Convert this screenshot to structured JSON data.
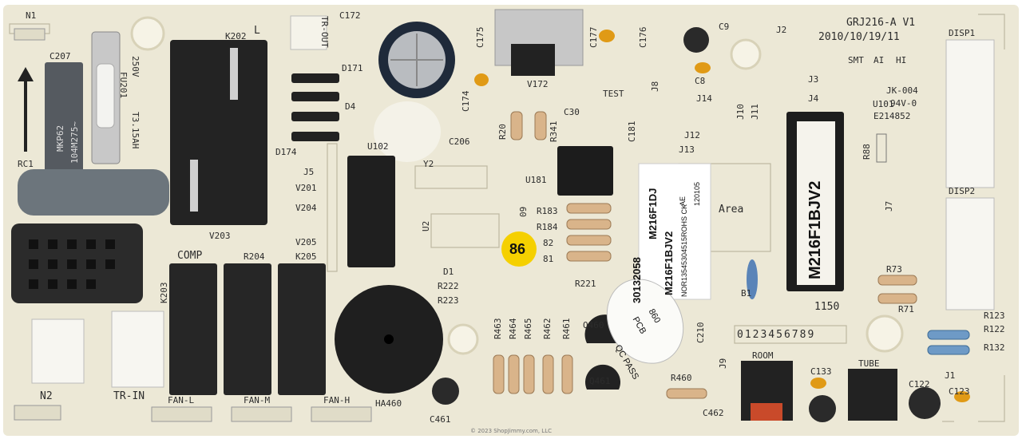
{
  "board": {
    "model": "GRJ216-A V1",
    "date": "2010/10/19/11",
    "copyright": "© 2023 ShopJimmy.com, LLC",
    "colors": {
      "board": "#ece8d6",
      "relay": "#2a2a2a",
      "black_component": "#1e1e1e",
      "resistor_body": "#d9b48a",
      "connector": "#f4f2ea",
      "sticker_yellow": "#f5d000"
    }
  },
  "labels": {
    "n1": "N1",
    "n2": "N2",
    "c207": "C207",
    "rc1": "RC1",
    "fu201": "FU201",
    "v250": "250V",
    "t315": "T3.15AH",
    "cap_text1": "MKP62",
    "cap_text2": "104M275~",
    "k202": "K202",
    "l": "L",
    "c172": "C172",
    "trout": "TR-OUT",
    "d171": "D171",
    "d174": "D174",
    "d4": "D4",
    "j5": "J5",
    "v201": "V201",
    "v204": "V204",
    "v205": "V205",
    "v203": "V203",
    "r204": "R204",
    "k205": "K205",
    "comp": "COMP",
    "k203": "K203",
    "trin": "TR-IN",
    "fanl": "FAN-L",
    "fanm": "FAN-M",
    "fanh": "FAN-H",
    "ha460": "HA460",
    "c461": "C461",
    "u102": "U102",
    "y2": "Y2",
    "c206": "C206",
    "u2": "U2",
    "d1": "D1",
    "r222": "R222",
    "r223": "R223",
    "r221": "R221",
    "r20": "R20",
    "r341": "R341",
    "c30": "C30",
    "c174": "C174",
    "v172": "V172",
    "c175": "C175",
    "c177": "C177",
    "c176": "C176",
    "test": "TEST",
    "c9": "C9",
    "c8": "C8",
    "j2": "J2",
    "j8": "J8",
    "j14": "J14",
    "j10": "J10",
    "j11": "J11",
    "j12": "J12",
    "j13": "J13",
    "j3": "J3",
    "j4": "J4",
    "j7": "J7",
    "j9": "J9",
    "j1": "J1",
    "u181": "U181",
    "c181": "C181",
    "r183": "R183",
    "r184": "R184",
    "r182": "82",
    "r181": "81",
    "c09": "09",
    "r463": "R463",
    "r464": "R464",
    "r465": "R465",
    "r462": "R462",
    "r461": "R461",
    "q460": "Q460",
    "q461": "Q461",
    "r460": "R460",
    "c462": "C462",
    "c210": "C210",
    "room": "ROOM",
    "tube": "TUBE",
    "c133": "C133",
    "c122": "C122",
    "c123": "C123",
    "u101": "U101",
    "r88": "R88",
    "r73": "R73",
    "r71": "R71",
    "r123": "R123",
    "r122": "R122",
    "r132": "R132",
    "disp1": "DISP1",
    "disp2": "DISP2",
    "smt": "SMT",
    "ai": "AI",
    "hi": "HI",
    "jk004": "JK-004",
    "v94": "94V-0",
    "e214852": "E214852",
    "b1": "B1",
    "area": "Area",
    "digits": "0123456789",
    "n1150": "1150"
  },
  "stickers": {
    "yellow": "86",
    "label_line1": "30132058",
    "label_line2": "M216F1DJ",
    "label_line3": "M216F1BJV2",
    "label_line4": "NOR13545304515ROHS CK",
    "label_ae": "AE",
    "label_120105": "120105",
    "qc_line1": "QC PASS",
    "qc_line2": "PCB",
    "qc_line3": "860",
    "chip_label": "M216F1BJV2"
  }
}
